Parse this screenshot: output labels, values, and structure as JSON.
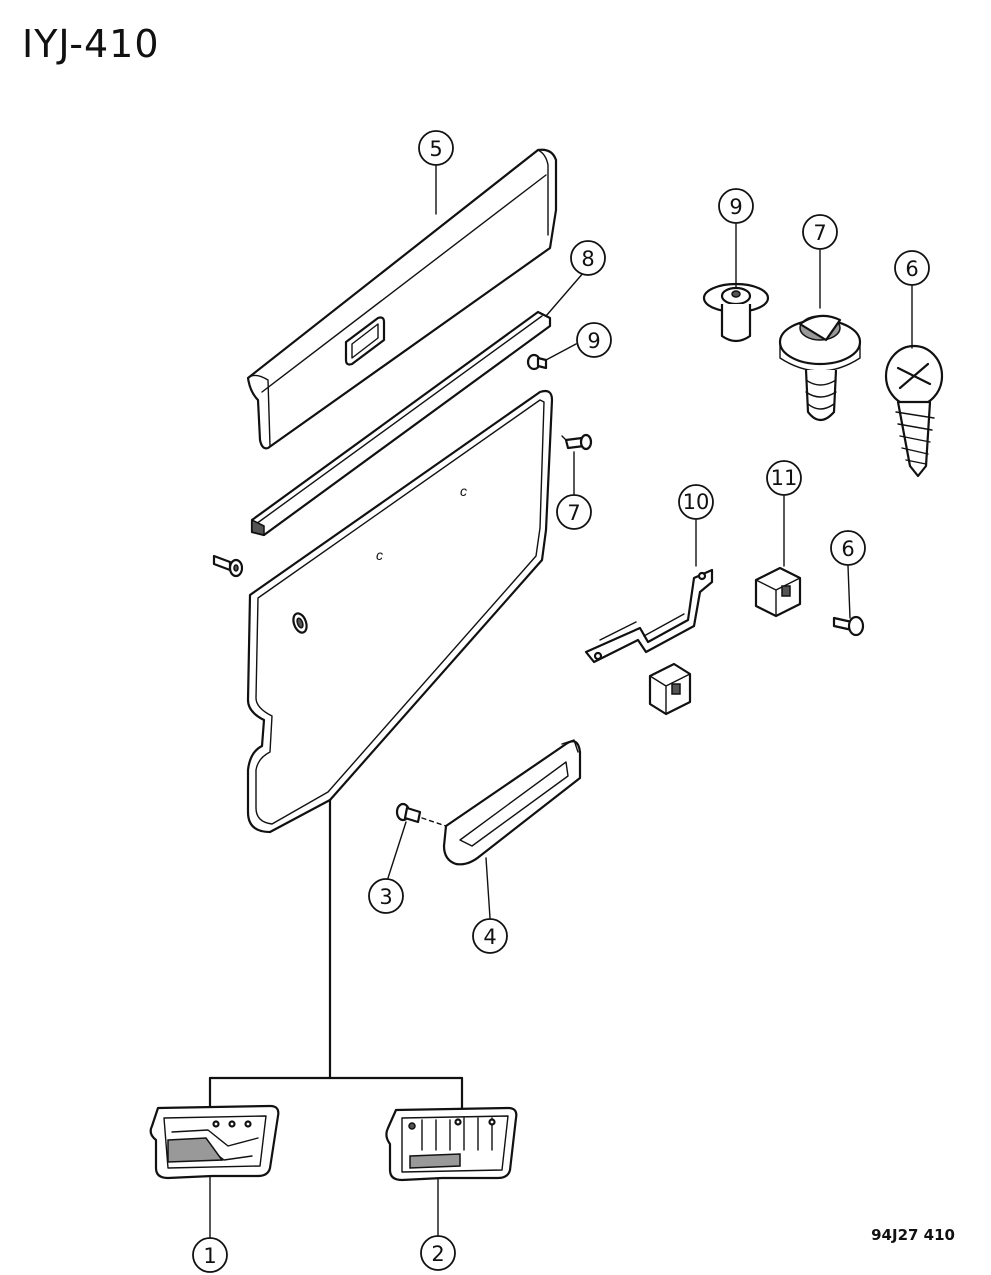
{
  "header": {
    "diagram_code": "IYJ-410"
  },
  "footer": {
    "drawing_number": "94J27 410"
  },
  "callouts": [
    {
      "id": "c1",
      "label": "1"
    },
    {
      "id": "c2",
      "label": "2"
    },
    {
      "id": "c3",
      "label": "3"
    },
    {
      "id": "c4",
      "label": "4"
    },
    {
      "id": "c5",
      "label": "5"
    },
    {
      "id": "c6a",
      "label": "6"
    },
    {
      "id": "c6b",
      "label": "6"
    },
    {
      "id": "c7a",
      "label": "7"
    },
    {
      "id": "c7b",
      "label": "7"
    },
    {
      "id": "c8",
      "label": "8"
    },
    {
      "id": "c9a",
      "label": "9"
    },
    {
      "id": "c9b",
      "label": "9"
    },
    {
      "id": "c10",
      "label": "10"
    },
    {
      "id": "c11",
      "label": "11"
    }
  ],
  "panel_marks": {
    "mark_a": "c",
    "mark_b": "c"
  }
}
